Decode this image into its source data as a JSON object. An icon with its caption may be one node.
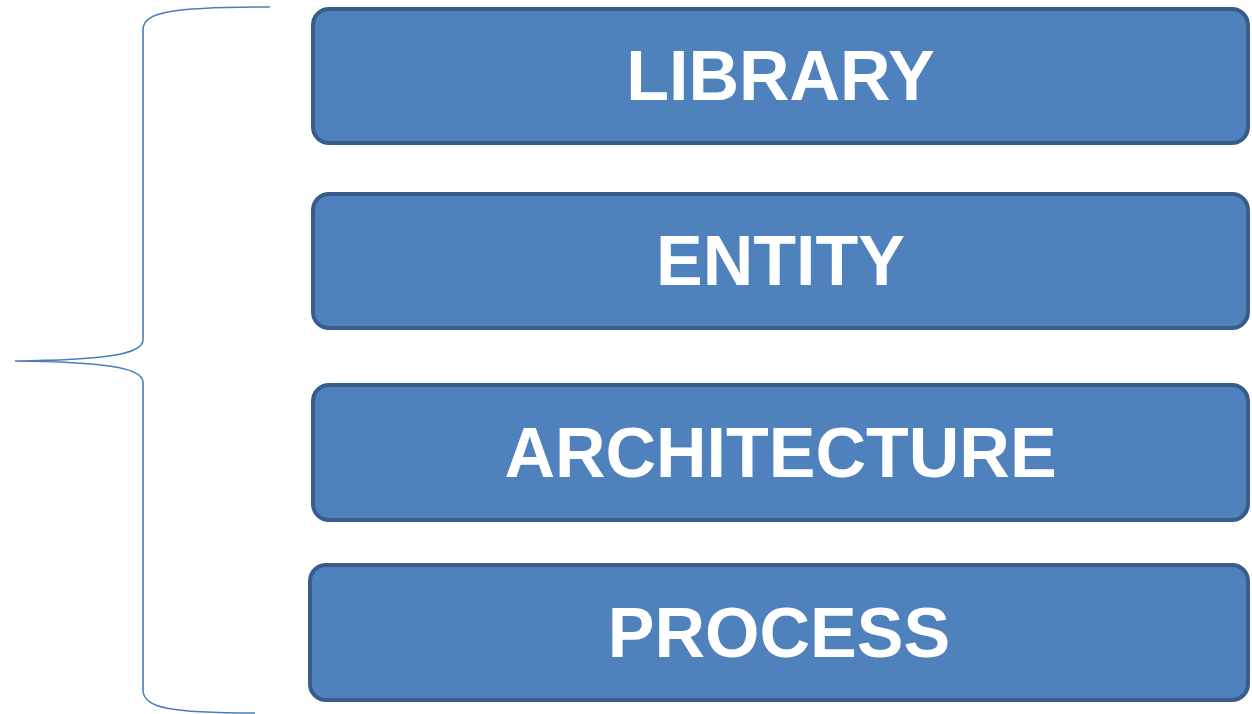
{
  "diagram": {
    "nodes": [
      {
        "text": [
          "LIBRARY"
        ]
      },
      {
        "text": [
          "ENTITY"
        ]
      },
      {
        "text": [
          "ARCHITECTURE"
        ]
      },
      {
        "text": [
          "PROCESS"
        ]
      }
    ]
  }
}
